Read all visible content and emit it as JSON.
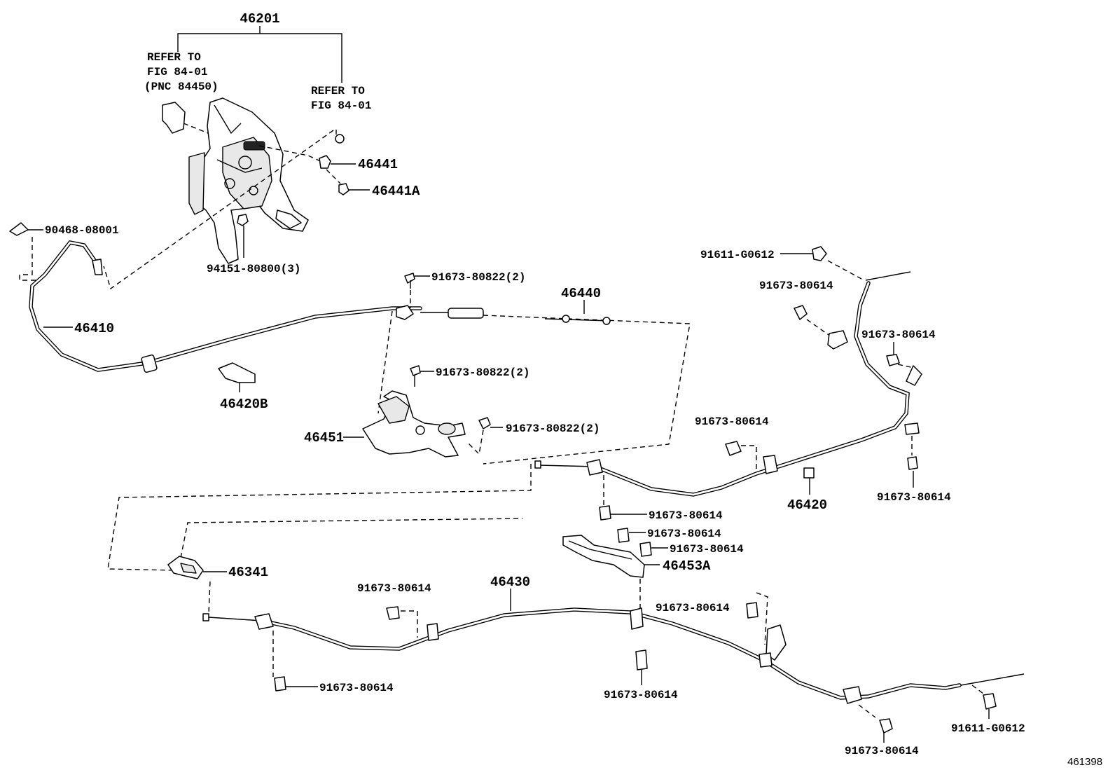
{
  "diagram": {
    "figure_number": "461398",
    "callouts": {
      "c46201": "46201",
      "ref_left_1": "REFER TO",
      "ref_left_2": "FIG 84-01",
      "ref_left_3": "(PNC 84450)",
      "ref_right_1": "REFER TO",
      "ref_right_2": "FIG 84-01",
      "c46441": "46441",
      "c46441A": "46441A",
      "c90468": "90468-08001",
      "c94151": "94151-80800(3)",
      "c46410": "46410",
      "c46420B": "46420B",
      "c91673_80822_a": "91673-80822(2)",
      "c46440": "46440",
      "c91673_80822_b": "91673-80822(2)",
      "c46451": "46451",
      "c91673_80822_c": "91673-80822(2)",
      "c91611_top": "91611-G0612",
      "c91673_80614_r1": "91673-80614",
      "c91673_80614_r2": "91673-80614",
      "c91673_80614_r3": "91673-80614",
      "c91673_80614_r4": "91673-80614",
      "c46420": "46420",
      "c91673_80614_m1": "91673-80614",
      "c91673_80614_m2": "91673-80614",
      "c91673_80614_m3": "91673-80614",
      "c46453A": "46453A",
      "c46341": "46341",
      "c46430": "46430",
      "c91673_80614_b1": "91673-80614",
      "c91673_80614_b2": "91673-80614",
      "c91673_80614_b3": "91673-80614",
      "c91673_80614_b4": "91673-80614",
      "c91673_80614_b5": "91673-80614",
      "c91611_bottom": "91611-G0612"
    }
  }
}
